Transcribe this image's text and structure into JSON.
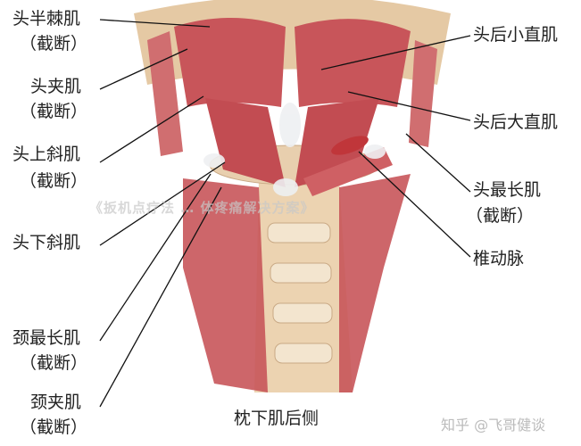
{
  "left_labels": [
    {
      "name": "头半棘肌",
      "note": "（截断）"
    },
    {
      "name": "头夹肌",
      "note": "（截断）"
    },
    {
      "name": "头上斜肌",
      "note": "（截断）"
    },
    {
      "name": "头下斜肌",
      "note": ""
    },
    {
      "name": "颈最长肌",
      "note": "（截断）"
    },
    {
      "name": "颈夹肌",
      "note": "（截断）"
    }
  ],
  "right_labels": [
    {
      "name": "头后小直肌",
      "note": ""
    },
    {
      "name": "头后大直肌",
      "note": ""
    },
    {
      "name": "头最长肌",
      "note": "（截断）"
    },
    {
      "name": "椎动脉",
      "note": ""
    }
  ],
  "caption": "枕下肌后侧",
  "watermark": "《扳机点疗法 … 体疼痛解决方案》",
  "logo": "知乎 @飞哥健谈",
  "colors": {
    "muscle": "#c8555a",
    "muscle_light": "#e39a98",
    "bone": "#e8cfae",
    "tendon": "#eef0f2"
  }
}
